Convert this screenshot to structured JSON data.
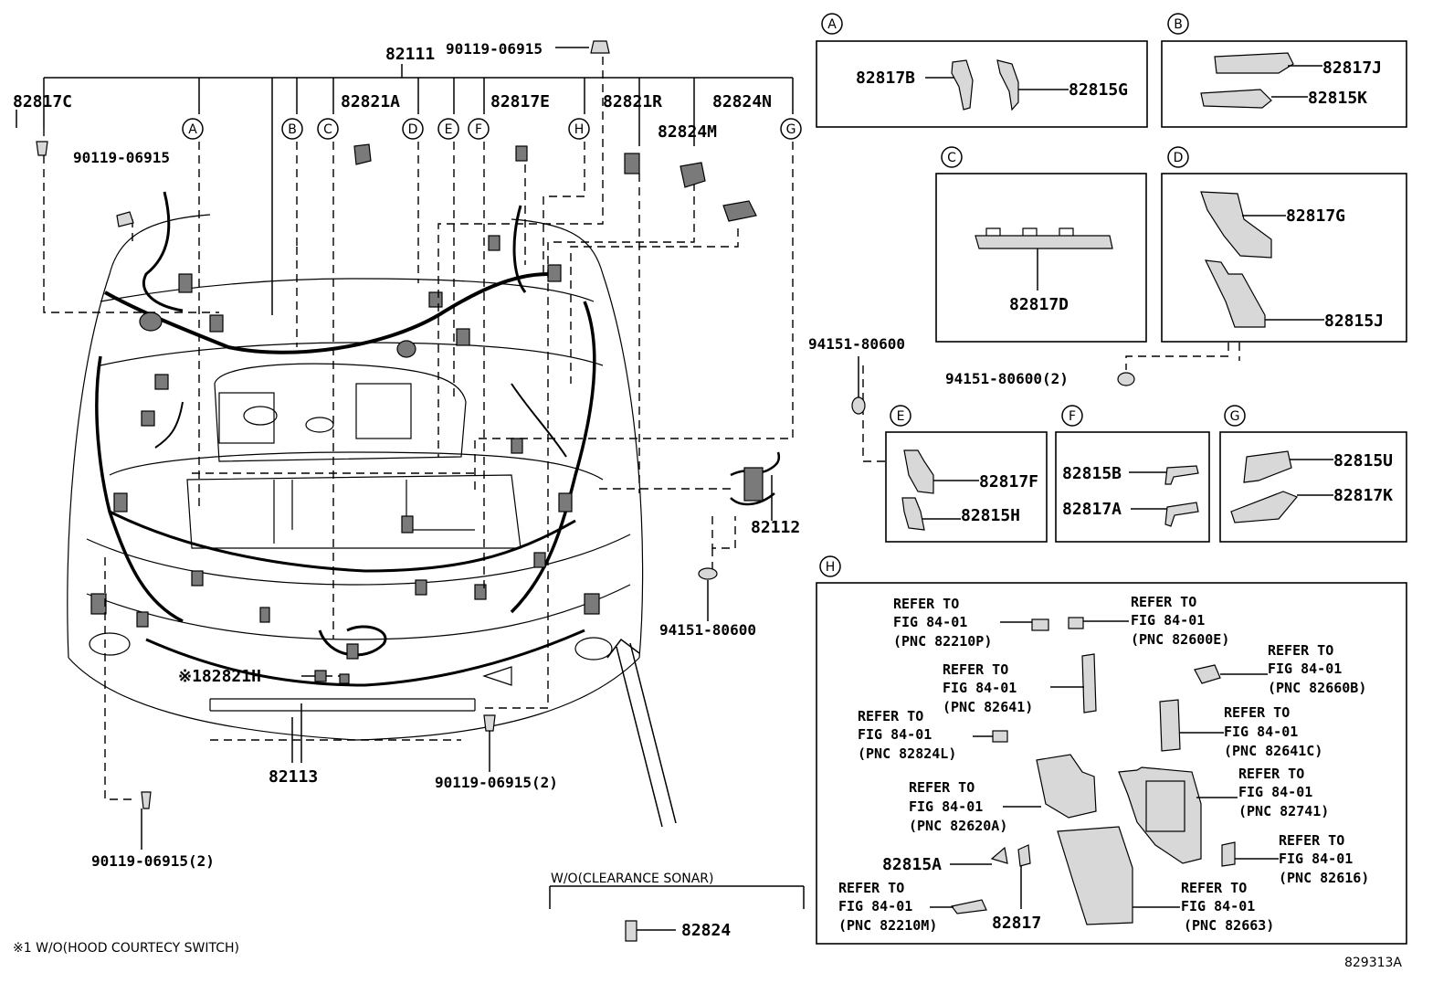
{
  "diagram_id": "829313A",
  "footnote": "※1 W/O(HOOD COURTECY SWITCH)",
  "sonar_note": "W/O(CLEARANCE SONAR)",
  "main_labels": {
    "p82111": "82111",
    "p90119_top": "90119-06915",
    "p82817C": "82817C",
    "p90119_left": "90119-06915",
    "p82821A": "82821A",
    "p82817E": "82817E",
    "p82821R": "82821R",
    "p82824N": "82824N",
    "p82824M": "82824M",
    "p82112": "82112",
    "p94151_mid": "94151-80600",
    "p94151_side": "94151-80600",
    "p94151_d": "94151-80600(2)",
    "p82821H": "※182821H",
    "p82113": "82113",
    "p90119_bottom": "90119-06915(2)",
    "p90119_lower_left": "90119-06915(2)",
    "p82824": "82824"
  },
  "callouts": {
    "A": "A",
    "B": "B",
    "C": "C",
    "D": "D",
    "E": "E",
    "F": "F",
    "G": "G",
    "H": "H"
  },
  "box_a": {
    "p1": "82817B",
    "p2": "82815G"
  },
  "box_b": {
    "p1": "82817J",
    "p2": "82815K"
  },
  "box_c": {
    "p1": "82817D"
  },
  "box_d": {
    "p1": "82817G",
    "p2": "82815J"
  },
  "box_e": {
    "p1": "82817F",
    "p2": "82815H"
  },
  "box_f": {
    "p1": "82815B",
    "p2": "82817A"
  },
  "box_g": {
    "p1": "82815U",
    "p2": "82817K"
  },
  "box_h": {
    "refer_to": "REFER TO",
    "fig": "FIG 84-01",
    "pnc_82210P": "(PNC 82210P)",
    "pnc_82600E": "(PNC 82600E)",
    "pnc_82641": "(PNC 82641)",
    "pnc_82660B": "(PNC 82660B)",
    "pnc_82824L": "(PNC 82824L)",
    "pnc_82641C": "(PNC 82641C)",
    "pnc_82620A": "(PNC 82620A)",
    "pnc_82741": "(PNC 82741)",
    "pnc_82616": "(PNC 82616)",
    "pnc_82210M": "(PNC 82210M)",
    "pnc_82663": "(PNC 82663)",
    "p82815A": "82815A",
    "p82817": "82817"
  }
}
